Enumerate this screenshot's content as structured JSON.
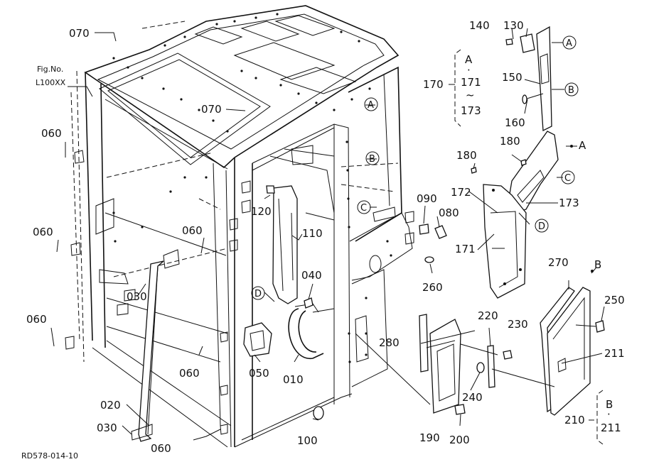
{
  "figure_ref": {
    "line1": "Fig.No.",
    "line2": "L100XX"
  },
  "drawing_id": "RD578-014-10",
  "parts": {
    "p010": "010",
    "p020": "020",
    "p030a": "030",
    "p030b": "030",
    "p040": "040",
    "p050": "050",
    "p060a": "060",
    "p060b": "060",
    "p060c": "060",
    "p060d": "060",
    "p060e": "060",
    "p060f": "060",
    "p070a": "070",
    "p070b": "070",
    "p080": "080",
    "p090": "090",
    "p100": "100",
    "p110": "110",
    "p120": "120",
    "p130": "130",
    "p140": "140",
    "p150": "150",
    "p160": "160",
    "p170": "170",
    "p171": "171",
    "p172": "172",
    "p173": "173",
    "p180a": "180",
    "p180b": "180",
    "p190": "190",
    "p200": "200",
    "p210": "210",
    "p211": "211",
    "p220": "220",
    "p230": "230",
    "p240": "240",
    "p250": "250",
    "p260": "260",
    "p270": "270",
    "p280": "280"
  },
  "group_170": {
    "label": "170",
    "top": "A",
    "dot": "·",
    "from": "171",
    "tilde": "~",
    "to": "173"
  },
  "group_210": {
    "label": "210",
    "top": "B",
    "dot": "·",
    "item": "211"
  },
  "callouts": {
    "A_cab": "A",
    "B_cab": "B",
    "C_cab": "C",
    "A_pillar": "A",
    "B_pillar": "B",
    "C_panel": "C",
    "D_panel": "D",
    "D_cab": "D",
    "A_point": "A",
    "B_point": "B"
  }
}
